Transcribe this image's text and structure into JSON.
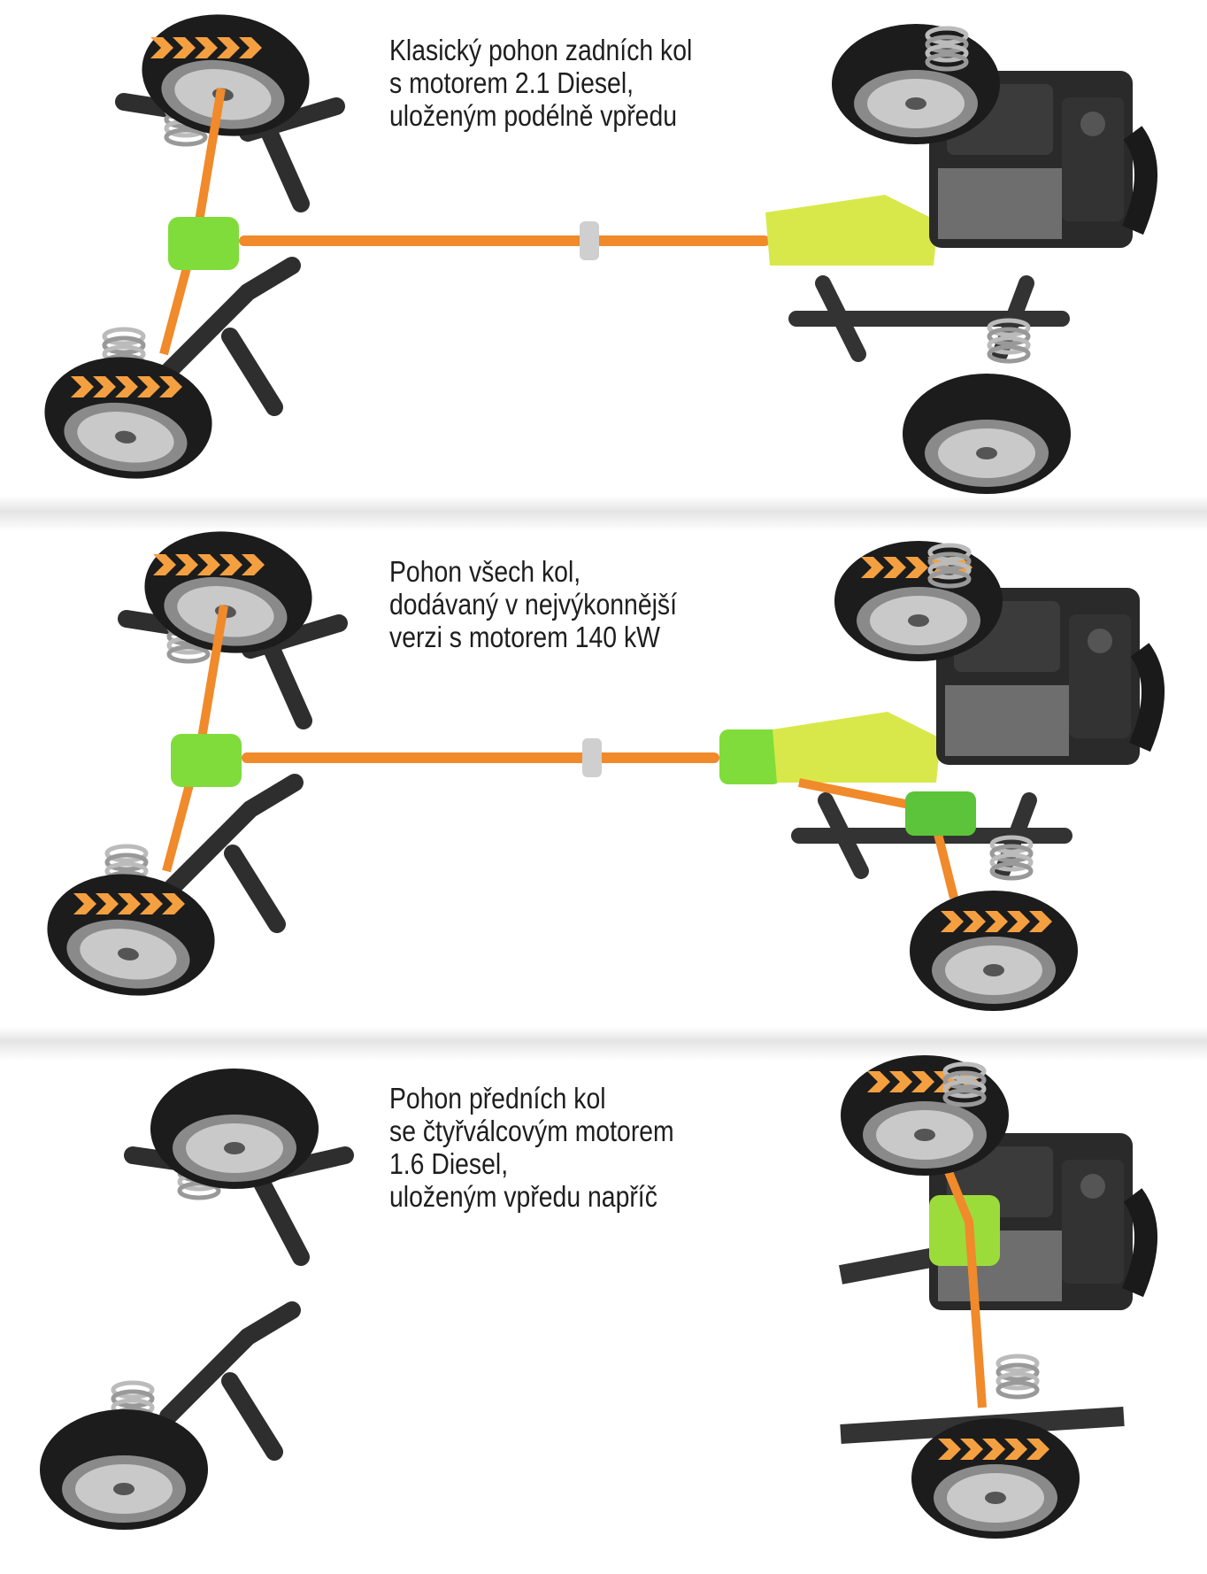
{
  "panels": [
    {
      "id": "rear-wheel-drive",
      "caption": [
        "Klasický pohon zadních kol",
        "s motorem 2.1 Diesel,",
        "uloženým podélně vpředu"
      ]
    },
    {
      "id": "all-wheel-drive",
      "caption": [
        "Pohon všech kol,",
        "dodávaný v nejvýkonnější",
        "verzi s motorem 140 kW"
      ]
    },
    {
      "id": "front-wheel-drive",
      "caption": [
        "Pohon předních kol",
        "se čtyřválcovým motorem",
        "1.6 Diesel,",
        "uloženým vpředu napříč"
      ]
    }
  ],
  "colors": {
    "driveshaft": "#f08a2a",
    "differential": "#7fdc3a",
    "gearbox": "#d8e84a",
    "engine": "#2a2a2a",
    "tire": "#1c1c1c",
    "chevron": "#f5a040"
  }
}
